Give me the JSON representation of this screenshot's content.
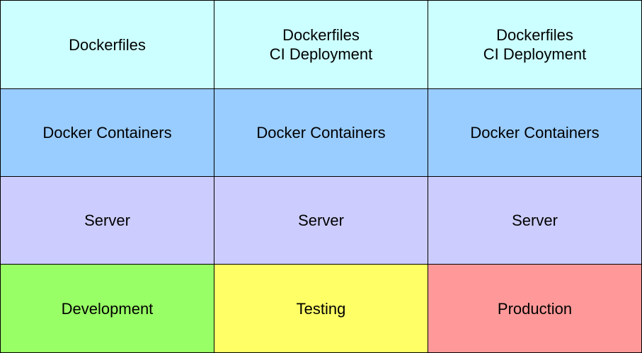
{
  "colors": {
    "layer_dockerfiles": "#ccffff",
    "layer_containers": "#99ccff",
    "layer_server": "#ccccff",
    "env_development": "#99ff66",
    "env_testing": "#ffff66",
    "env_production": "#ff9999"
  },
  "rows": [
    {
      "cells": [
        {
          "lines": [
            "Dockerfiles"
          ]
        },
        {
          "lines": [
            "Dockerfiles",
            "CI Deployment"
          ]
        },
        {
          "lines": [
            "Dockerfiles",
            "CI Deployment"
          ]
        }
      ]
    },
    {
      "cells": [
        {
          "lines": [
            "Docker Containers"
          ]
        },
        {
          "lines": [
            "Docker Containers"
          ]
        },
        {
          "lines": [
            "Docker Containers"
          ]
        }
      ]
    },
    {
      "cells": [
        {
          "lines": [
            "Server"
          ]
        },
        {
          "lines": [
            "Server"
          ]
        },
        {
          "lines": [
            "Server"
          ]
        }
      ]
    },
    {
      "cells": [
        {
          "lines": [
            "Development"
          ]
        },
        {
          "lines": [
            "Testing"
          ]
        },
        {
          "lines": [
            "Production"
          ]
        }
      ]
    }
  ]
}
